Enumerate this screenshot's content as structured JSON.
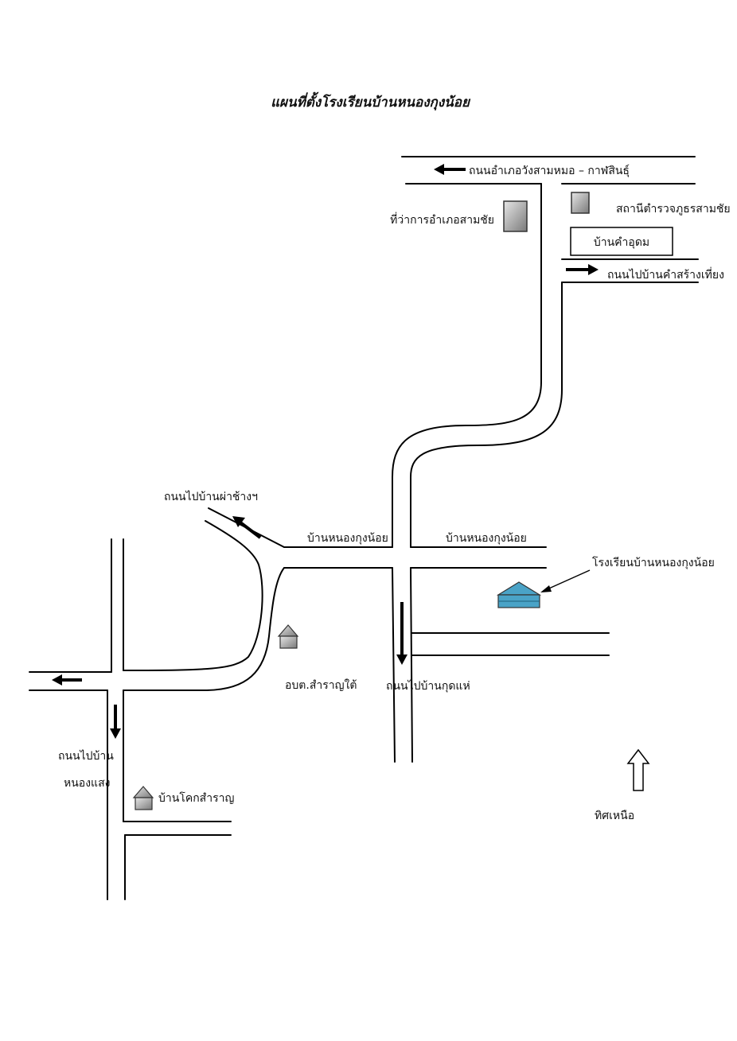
{
  "title": "แผนที่ตั้งโรงเรียนบ้านหนองกุงน้อย",
  "labels": {
    "road_top": "ถนนอำเภอวังสามหมอ – กาฬสินธุ์",
    "district_office": "ที่ว่าการอำเภอสามชัย",
    "police_station": "สถานีตำรวจภูธรสามชัย",
    "ban_kham_udom": "บ้านคำอุดม",
    "road_kham_sang_thiang": "ถนนไปบ้านคำสร้างเที่ยง",
    "road_pha_chang": "ถนนไปบ้านผ่าช้างฯ",
    "village_left": "บ้านหนองกุงน้อย",
    "village_right": "บ้านหนองกุงน้อย",
    "school": "โรงเรียนบ้านหนองกุงน้อย",
    "sao": "อบต.สำราญใต้",
    "road_kut_hae": "ถนนไปบ้านกุดแห่",
    "road_nong_saeng_1": "ถนนไปบ้าน",
    "road_nong_saeng_2": "หนองแสง",
    "ban_khok_samran": "บ้านโคกสำราญ",
    "north": "ทิศเหนือ"
  },
  "colors": {
    "school_fill": "#4aa3c7",
    "building_gray": "#9a9a9a"
  },
  "icons": {
    "district_office": "building-icon",
    "police_station": "building-icon",
    "school": "school-icon",
    "sao": "house-icon",
    "ban_khok_samran": "house-icon",
    "north": "north-arrow-icon"
  }
}
